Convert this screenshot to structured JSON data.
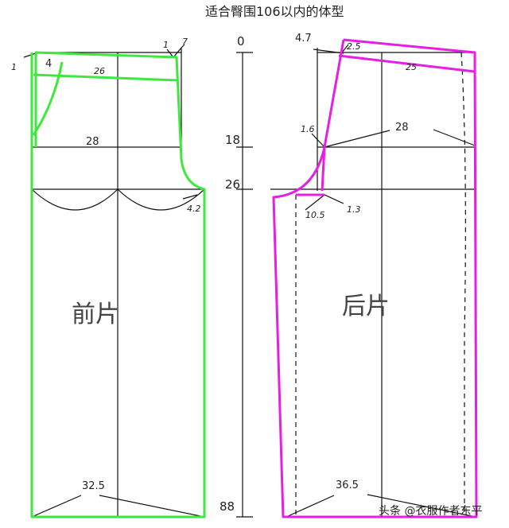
{
  "title": "适合臀围106以内的体型",
  "scale": {
    "top": "0",
    "hip": "18",
    "crotch": "26",
    "bottom": "88"
  },
  "front": {
    "label": "前片",
    "waist_width": "26",
    "pocket": "4",
    "side_offset": "1",
    "waist_rise": "1",
    "waist_angle": "7",
    "hip_width": "28",
    "crotch_ext": "4.2",
    "hem_width": "32.5"
  },
  "back": {
    "label": "后片",
    "waist_raise": "4.7",
    "waist_in": "2.5",
    "waist_width": "25",
    "curve_point": "1.6",
    "hip_width": "28",
    "crotch_ext": "10.5",
    "crotch_drop": "1.3",
    "hem_width": "36.5"
  },
  "watermark": "头条 @衣服作者东平",
  "colors": {
    "front": "#3ee83e",
    "back": "#e61ee6",
    "line": "#111111"
  }
}
